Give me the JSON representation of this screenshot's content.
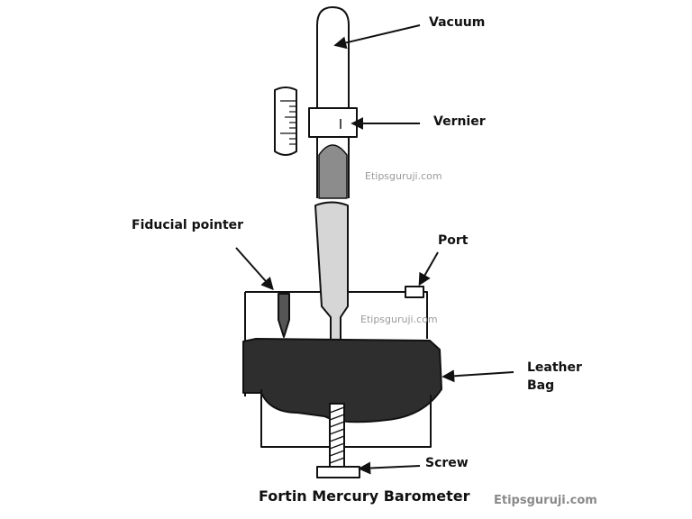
{
  "diagram": {
    "title": "Fortin Mercury Barometer",
    "credit": "Etipsguruji.com",
    "labels": {
      "vacuum": "Vacuum",
      "vernier": "Vernier",
      "fiducial_pointer": "Fiducial  pointer",
      "port": "Port",
      "leather_bag": "Leather\nBag",
      "screw": "Screw"
    },
    "watermarks": [
      "Etipsguruji.com",
      "Etipsguruji.com"
    ],
    "colors": {
      "ink": "#111111",
      "mercury": "#8c8c8c",
      "leather": "#2e2e2e"
    }
  }
}
